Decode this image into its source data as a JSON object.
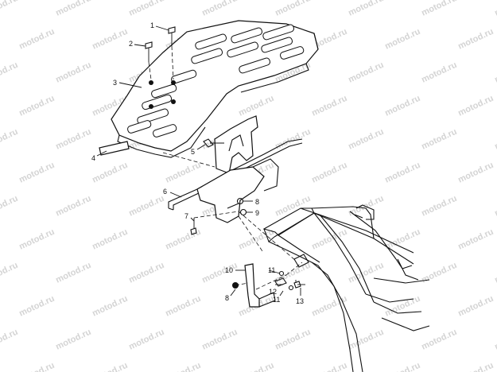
{
  "watermark": {
    "text": "motod.ru"
  },
  "callouts": [
    {
      "id": "c1",
      "text": "1"
    },
    {
      "id": "c2",
      "text": "2"
    },
    {
      "id": "c3",
      "text": "3"
    },
    {
      "id": "c4",
      "text": "4"
    },
    {
      "id": "c5",
      "text": "5"
    },
    {
      "id": "c6",
      "text": "6"
    },
    {
      "id": "c7",
      "text": "7"
    },
    {
      "id": "c8a",
      "text": "8"
    },
    {
      "id": "c9",
      "text": "9"
    },
    {
      "id": "c10",
      "text": "10"
    },
    {
      "id": "c11a",
      "text": "11"
    },
    {
      "id": "c12",
      "text": "12"
    },
    {
      "id": "c11b",
      "text": "11"
    },
    {
      "id": "c8b",
      "text": "8"
    },
    {
      "id": "c13",
      "text": "13"
    }
  ]
}
